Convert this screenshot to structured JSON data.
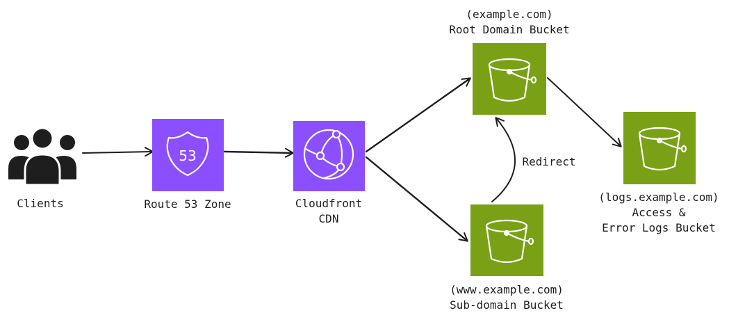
{
  "nodes": {
    "clients": {
      "label": "Clients",
      "icon": "users-icon"
    },
    "route53": {
      "label": "Route 53 Zone",
      "shield_text": "53",
      "icon": "route53-shield-icon",
      "color": "#8c4fff"
    },
    "cloudfront": {
      "label_line1": "Cloudfront",
      "label_line2": "CDN",
      "icon": "cloudfront-globe-icon",
      "color": "#8c4fff"
    },
    "root_bucket": {
      "label_line1": "(example.com)",
      "label_line2": "Root Domain Bucket",
      "icon": "s3-bucket-icon",
      "color": "#7aa116"
    },
    "sub_bucket": {
      "label_line1": "(www.example.com)",
      "label_line2": "Sub-domain Bucket",
      "icon": "s3-bucket-icon",
      "color": "#7aa116"
    },
    "logs_bucket": {
      "label_line1": "(logs.example.com)",
      "label_line2": "Access &",
      "label_line3": "Error Logs Bucket",
      "icon": "s3-bucket-icon",
      "color": "#7aa116"
    }
  },
  "edges": {
    "redirect_label": "Redirect"
  },
  "colors": {
    "aws_purple": "#8c4fff",
    "s3_green": "#7aa116",
    "stroke": "#1e1e1e"
  }
}
